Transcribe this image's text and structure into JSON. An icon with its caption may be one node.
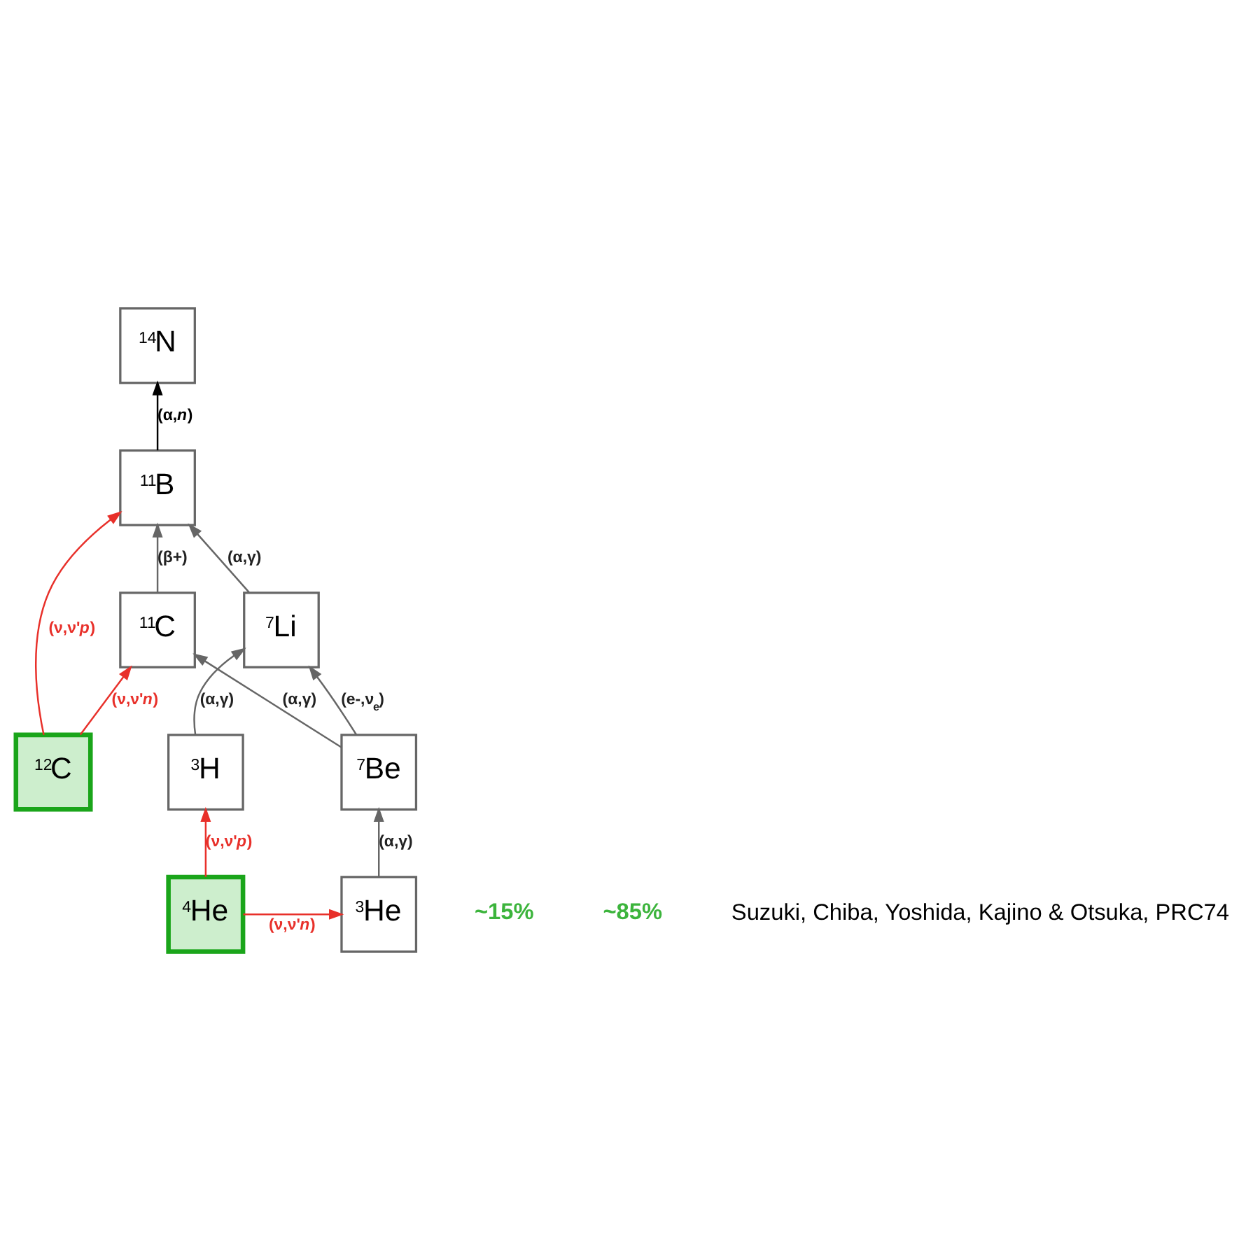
{
  "diagram": {
    "nodes": [
      {
        "text": [
          "$^{14}$N"
        ]
      },
      {
        "text": [
          "$^{11}$C"
        ]
      },
      {
        "text": [
          "$^{12}$C"
        ]
      },
      {
        "text": [
          "$^{7}$Be"
        ]
      },
      {
        "text": [
          "$^{11}$B"
        ]
      },
      {
        "text": [
          "$^{3}$He"
        ]
      },
      {
        "text": [
          "$^{4}$He"
        ]
      },
      {
        "text": [
          "$^{7}$Li"
        ]
      },
      {
        "text": [
          "$^{3}$H"
        ]
      }
    ],
    "edges": [
      {
        "from": 2,
        "to": 1,
        "arrow": "to",
        "label": "(ν,ν'*n*)",
        "color": "#e8302a"
      },
      {
        "from": 3,
        "to": 1,
        "arrow": "to",
        "label": "(α,γ)"
      },
      {
        "from": 1,
        "to": 4,
        "arrow": "to",
        "label": "(β+)"
      },
      {
        "from": 2,
        "to": 4,
        "arrow": "to",
        "label": "(ν,ν'*p*)",
        "color": "#e8302a"
      },
      {
        "from": 4,
        "to": 0,
        "arrow": "to",
        "label": "(α,*n*)",
        "color": "#000000"
      },
      {
        "from": 3,
        "to": 7,
        "arrow": "to",
        "label": "(e-,ν$_{e}$)"
      },
      {
        "from": 5,
        "to": 3,
        "arrow": "to",
        "label": "(α,γ)"
      },
      {
        "from": 7,
        "to": 4,
        "arrow": "to",
        "label": "(α,γ)"
      },
      {
        "from": 6,
        "to": 5,
        "arrow": "to",
        "label": "(ν,ν'*n*)",
        "color": "#e8302a"
      },
      {
        "from": 6,
        "to": 8,
        "arrow": "to",
        "label": "(ν,ν'*p*)",
        "color": "#e8302a"
      },
      {
        "from": 8,
        "to": 7,
        "arrow": "to",
        "label": "(α,γ)"
      }
    ],
    "labels": [
      "~15%",
      "~85%",
      "Suzuki, Chiba, Yoshida, Kajino & Otsuka, PRC74"
    ]
  }
}
